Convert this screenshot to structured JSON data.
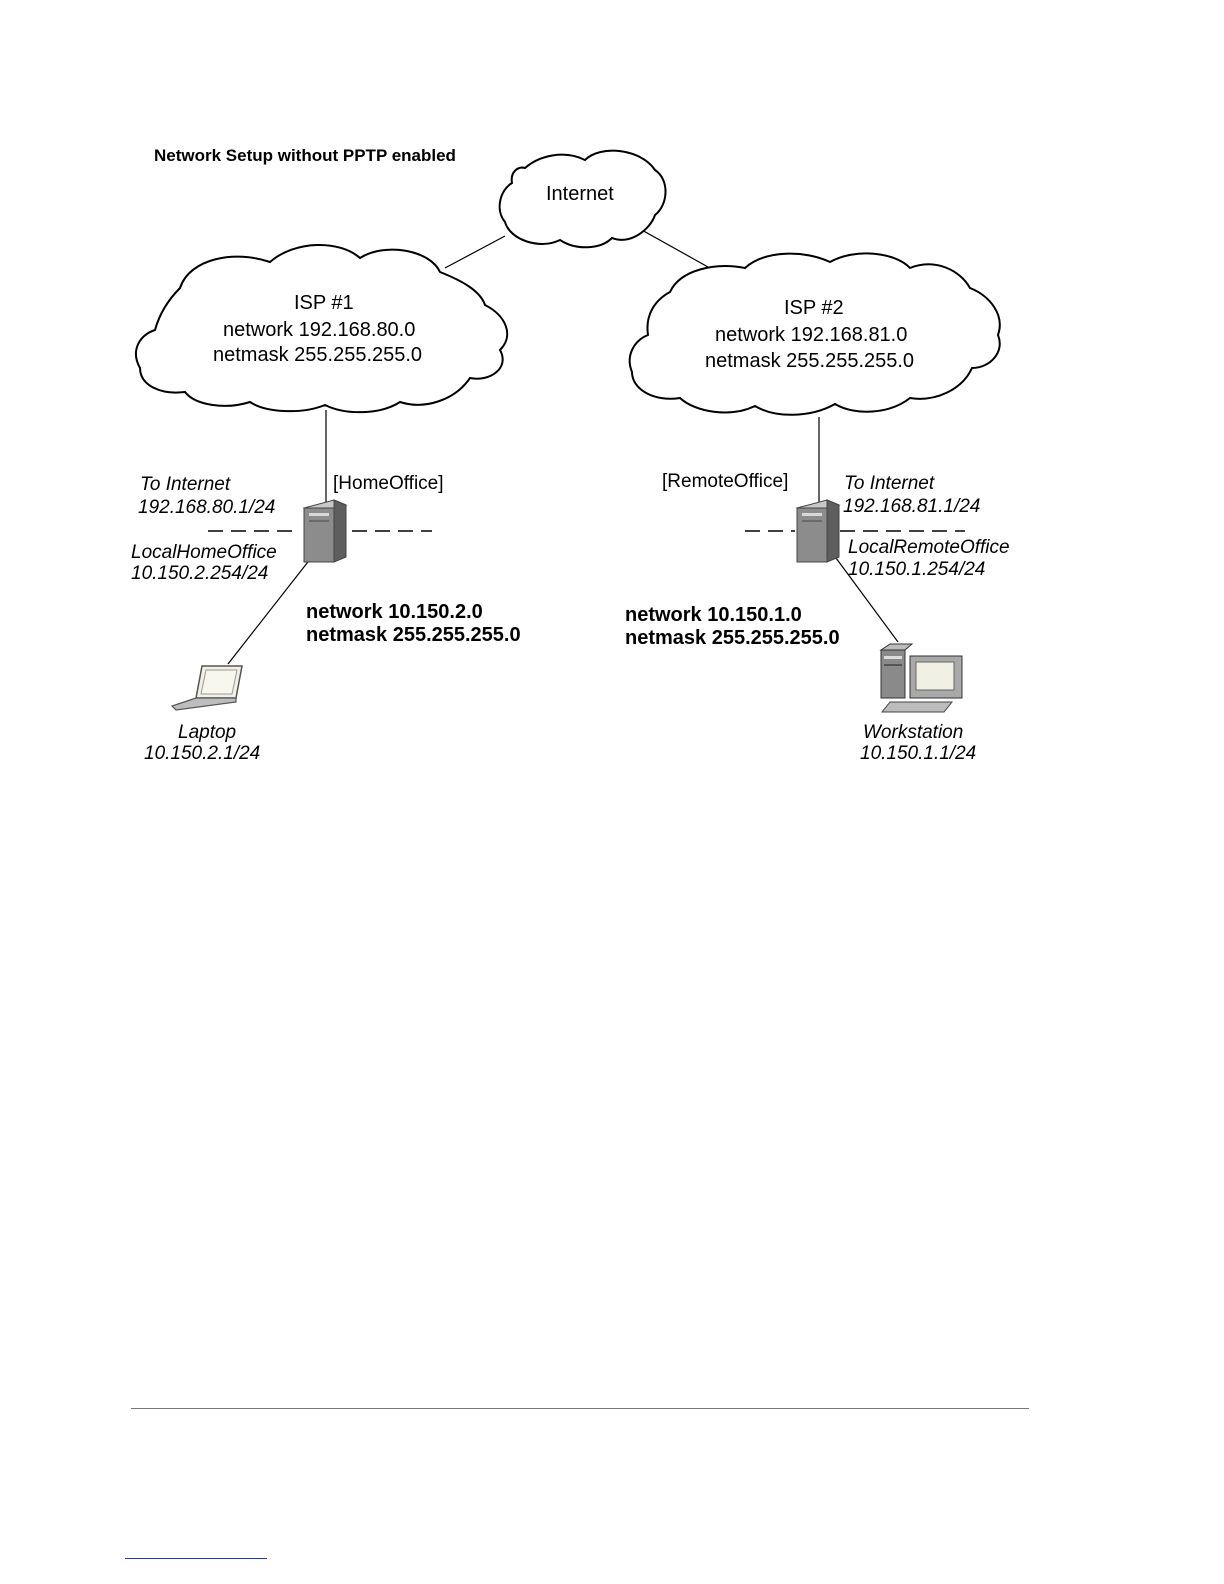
{
  "diagram": {
    "title": "Network Setup without PPTP enabled",
    "internet": {
      "label": "Internet"
    },
    "isp1": {
      "name": "ISP #1",
      "network": "network 192.168.80.0",
      "netmask": "netmask 255.255.255.0"
    },
    "isp2": {
      "name": "ISP #2",
      "network": "network 192.168.81.0",
      "netmask": "netmask 255.255.255.0"
    },
    "home_office": {
      "name": "[HomeOffice]",
      "external_label": "To Internet",
      "external_ip": "192.168.80.1/24",
      "local_label": "LocalHomeOffice",
      "local_ip": "10.150.2.254/24",
      "lan_network": "network 10.150.2.0",
      "lan_netmask": "netmask 255.255.255.0"
    },
    "remote_office": {
      "name": "[RemoteOffice]",
      "external_label": "To Internet",
      "external_ip": "192.168.81.1/24",
      "local_label": "LocalRemoteOffice",
      "local_ip": "10.150.1.254/24",
      "lan_network": "network 10.150.1.0",
      "lan_netmask": "netmask 255.255.255.0"
    },
    "laptop": {
      "label": "Laptop",
      "ip": "10.150.2.1/24"
    },
    "workstation": {
      "label": "Workstation",
      "ip": "10.150.1.1/24"
    }
  },
  "icons": {
    "clouds": "cloud-icon",
    "routers": "server-tower-icon",
    "laptop": "laptop-icon",
    "workstation": "desktop-computer-icon"
  },
  "colors": {
    "line": "#000000",
    "server_body": "#8c8c8c",
    "device_screen": "#f0f0e4"
  }
}
